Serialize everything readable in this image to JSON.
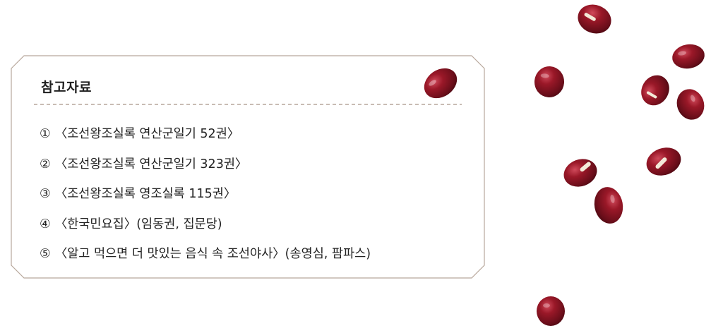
{
  "card": {
    "title": "참고자료",
    "references": [
      {
        "num": "①",
        "text": "〈조선왕조실록 연산군일기 52권〉"
      },
      {
        "num": "②",
        "text": "〈조선왕조실록 연산군일기 323권〉"
      },
      {
        "num": "③",
        "text": "〈조선왕조실록 영조실록 115권〉"
      },
      {
        "num": "④",
        "text": "〈한국민요집〉(임동권, 집문당)"
      },
      {
        "num": "⑤",
        "text": "〈알고 먹으면 더 맛있는 음식 속 조선야사〉(송영심, 팜파스)"
      }
    ]
  },
  "colors": {
    "border": "#b8a89c",
    "dashed_rule": "#a89486",
    "bean_dark": "#5e0d18",
    "bean_mid": "#8e1424",
    "bean_light": "#c2384a"
  },
  "decoration": {
    "icon": "red-bean-icon"
  }
}
